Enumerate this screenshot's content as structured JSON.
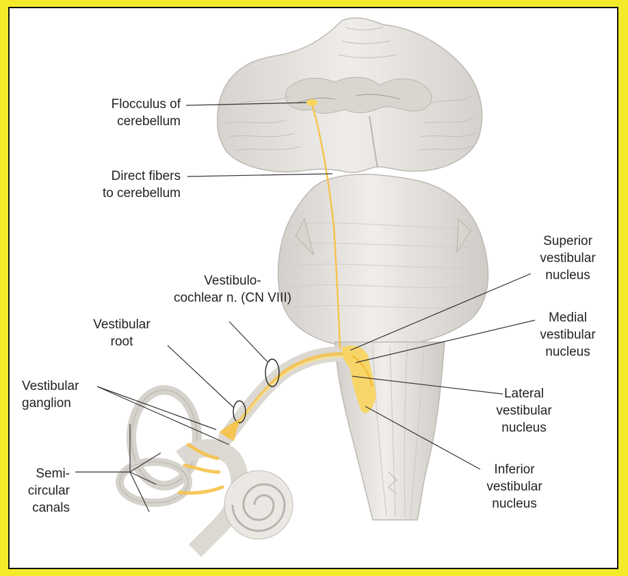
{
  "colors": {
    "frame": "#f5ea2a",
    "background": "#ffffff",
    "tissue": "#e6e3df",
    "tissue_shade": "#c9c5c0",
    "nerve": "#f6c24a",
    "nucleus": "#f9d45c",
    "leader": "#333333"
  },
  "labels": {
    "flocculus": [
      "Flocculus of",
      "cerebellum"
    ],
    "direct_fibers": [
      "Direct fibers",
      "to cerebellum"
    ],
    "vestibulocochlear": [
      "Vestibulo-",
      "cochlear n. (CN VIII)"
    ],
    "vestibular_root": [
      "Vestibular",
      "root"
    ],
    "vestibular_ganglion": [
      "Vestibular",
      "ganglion"
    ],
    "semicircular": [
      "Semi-",
      "circular",
      "canals"
    ],
    "superior": [
      "Superior",
      "vestibular",
      "nucleus"
    ],
    "medial": [
      "Medial",
      "vestibular",
      "nucleus"
    ],
    "lateral": [
      "Lateral",
      "vestibular",
      "nucleus"
    ],
    "inferior": [
      "Inferior",
      "vestibular",
      "nucleus"
    ]
  }
}
